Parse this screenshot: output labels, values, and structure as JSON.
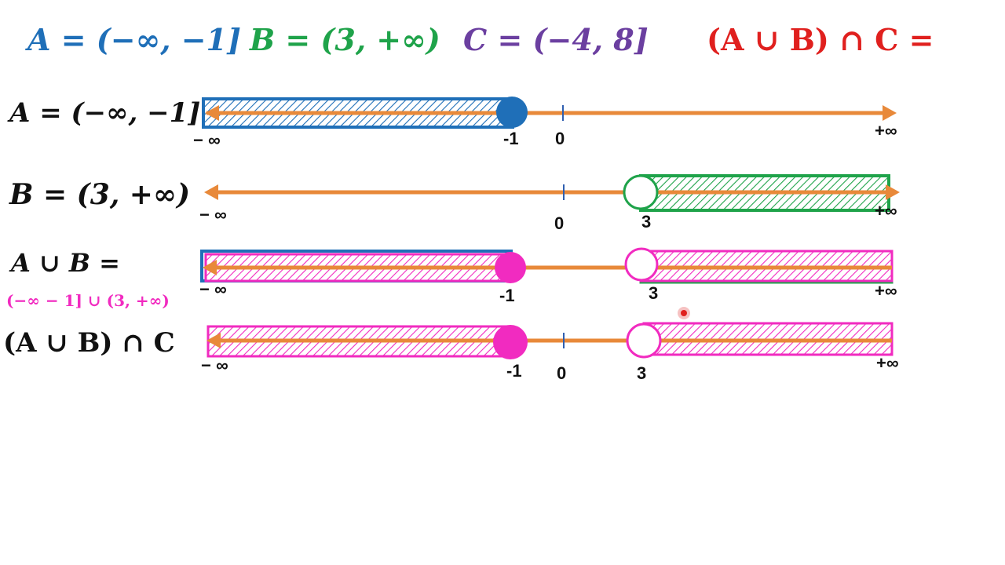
{
  "colors": {
    "blue": "#1f6fb8",
    "green": "#1fa34a",
    "purple": "#6b3fa0",
    "red": "#e0201e",
    "magenta": "#f12bc0",
    "orange": "#e8893a",
    "black": "#111111",
    "axis_tick": "#2f5fb0"
  },
  "header": {
    "set_a": "A = (−∞, −1]",
    "set_b": "B = (3, +∞)",
    "set_c": "C = (−4, 8]",
    "question": "(A ∪ B) ∩ C ="
  },
  "rows": {
    "a": {
      "label": "A = (−∞, −1]",
      "neg_inf": "− ∞",
      "pos_inf": "+∞",
      "minus_one": "-1",
      "zero": "0"
    },
    "b": {
      "label": "B = (3, +∞)",
      "neg_inf": "− ∞",
      "pos_inf": "+∞",
      "zero": "0",
      "three": "3"
    },
    "union": {
      "label": "A ∪ B =",
      "result": "(−∞ − 1] ∪ (3, +∞)",
      "neg_inf": "− ∞",
      "pos_inf": "+∞",
      "minus_one": "-1",
      "three": "3"
    },
    "intersection": {
      "label": "(A ∪ B) ∩ C",
      "neg_inf": "− ∞",
      "pos_inf": "+∞",
      "minus_one": "-1",
      "zero": "0",
      "three": "3"
    }
  }
}
